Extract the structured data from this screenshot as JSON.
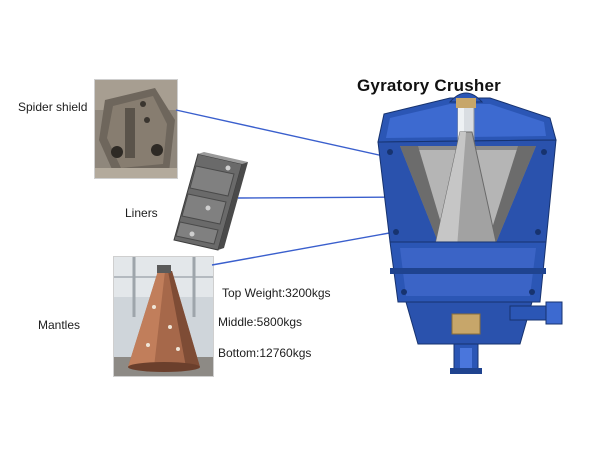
{
  "title": "Gyratory Crusher",
  "parts": [
    {
      "label": "Spider shield"
    },
    {
      "label": "Liners"
    },
    {
      "label": "Mantles"
    }
  ],
  "weights": {
    "top": "Top Weight:3200kgs",
    "middle": "Middle:5800kgs",
    "bottom": "Bottom:12760kgs"
  },
  "colors": {
    "connector_line": "#3a5fcd",
    "crusher_body": "#2b56b5",
    "steel": "#7a7a7a"
  }
}
